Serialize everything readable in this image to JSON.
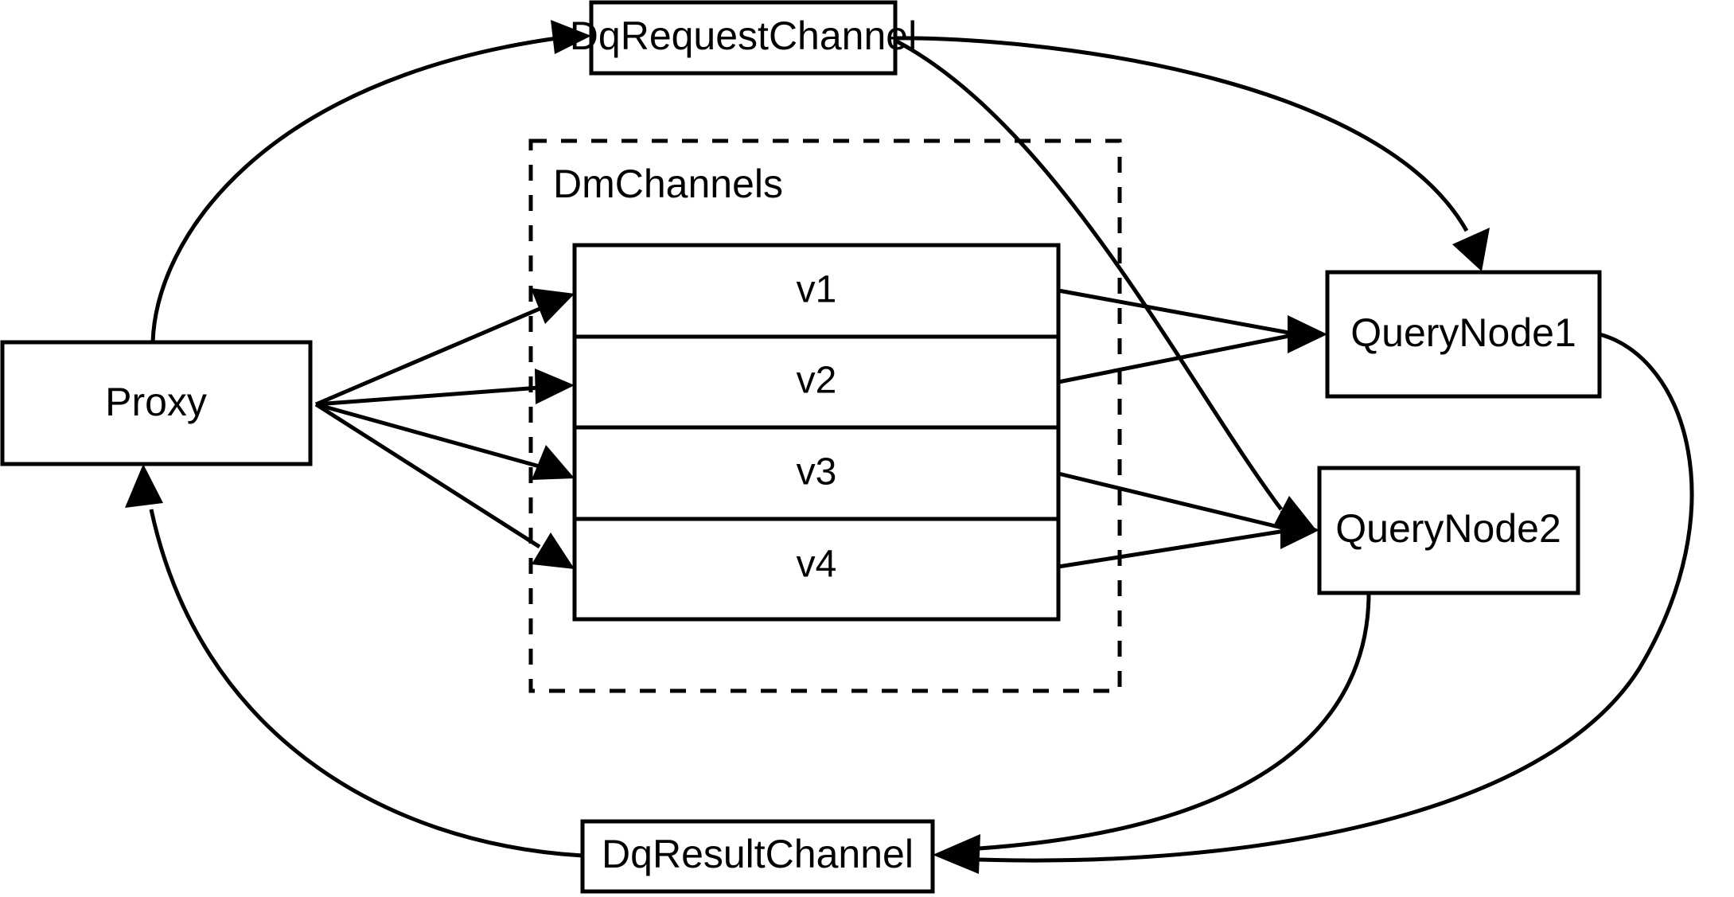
{
  "diagram": {
    "title": "Milvus distributed query channel topology",
    "background_color": "#ffffff",
    "stroke_color": "#000000"
  },
  "nodes": {
    "proxy": {
      "label": "Proxy"
    },
    "dq_request_channel": {
      "label": "DqRequestChannel"
    },
    "dq_result_channel": {
      "label": "DqResultChannel"
    },
    "query_node_1": {
      "label": "QueryNode1"
    },
    "query_node_2": {
      "label": "QueryNode2"
    }
  },
  "group": {
    "label": "DmChannels",
    "style": "dashed",
    "channels": [
      {
        "label": "v1"
      },
      {
        "label": "v2"
      },
      {
        "label": "v3"
      },
      {
        "label": "v4"
      }
    ]
  },
  "edges": [
    {
      "from": "Proxy",
      "to": "DqRequestChannel",
      "style": "curved",
      "arrow": "to"
    },
    {
      "from": "DqRequestChannel",
      "to": "QueryNode1",
      "style": "curved",
      "arrow": "to"
    },
    {
      "from": "DqRequestChannel",
      "to": "QueryNode2",
      "style": "curved",
      "arrow": "to"
    },
    {
      "from": "Proxy",
      "to": "v1",
      "style": "straight",
      "arrow": "to"
    },
    {
      "from": "Proxy",
      "to": "v2",
      "style": "straight",
      "arrow": "to"
    },
    {
      "from": "Proxy",
      "to": "v3",
      "style": "straight",
      "arrow": "to"
    },
    {
      "from": "Proxy",
      "to": "v4",
      "style": "straight",
      "arrow": "to"
    },
    {
      "from": "v1",
      "to": "QueryNode1",
      "style": "straight",
      "arrow": "to"
    },
    {
      "from": "v2",
      "to": "QueryNode1",
      "style": "straight",
      "arrow": "to"
    },
    {
      "from": "v3",
      "to": "QueryNode2",
      "style": "straight",
      "arrow": "to"
    },
    {
      "from": "v4",
      "to": "QueryNode2",
      "style": "straight",
      "arrow": "to"
    },
    {
      "from": "QueryNode1",
      "to": "DqResultChannel",
      "style": "curved",
      "arrow": "to"
    },
    {
      "from": "QueryNode2",
      "to": "DqResultChannel",
      "style": "curved",
      "arrow": "to"
    },
    {
      "from": "DqResultChannel",
      "to": "Proxy",
      "style": "curved",
      "arrow": "to"
    }
  ]
}
